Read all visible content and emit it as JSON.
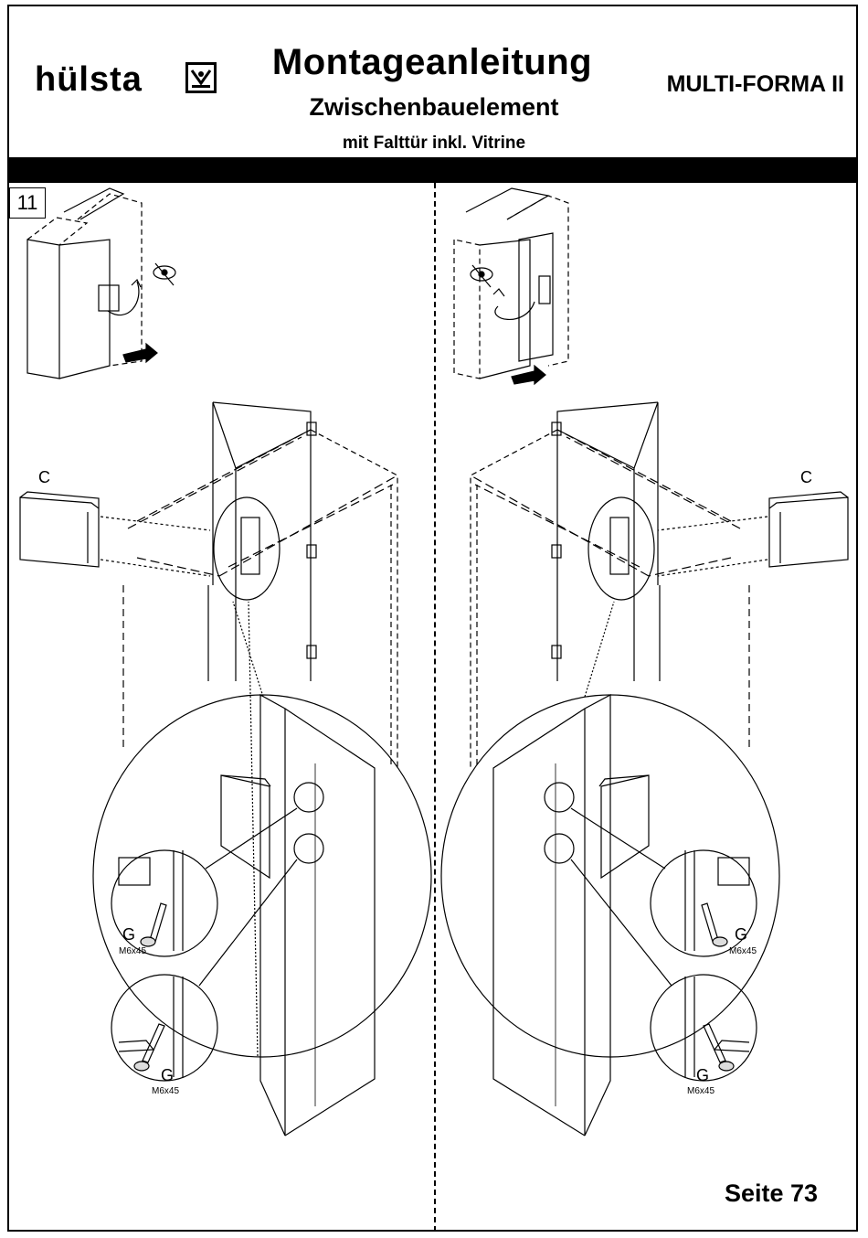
{
  "header": {
    "brand": "hülsta",
    "title": "Montageanleitung",
    "subtitle": "Zwischenbauelement",
    "subsubtitle": "mit Falttür inkl. Vitrine",
    "model": "MULTI-FORMA II"
  },
  "step_number": "11",
  "labels": {
    "part_left": "C",
    "part_right": "C",
    "screw_left_upper": "G",
    "screw_left_upper_size": "M6x45",
    "screw_left_lower": "G",
    "screw_left_lower_size": "M6x45",
    "screw_right_upper": "G",
    "screw_right_upper_size": "M6x45",
    "screw_right_lower": "G",
    "screw_right_lower_size": "M6x45"
  },
  "footer": {
    "page_label": "Seite 73"
  }
}
